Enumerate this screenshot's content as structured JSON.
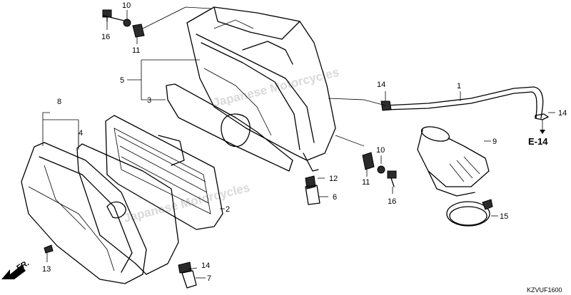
{
  "watermark": "Japanese Motorcycles",
  "diagram_code": "KZVUF1600",
  "reference": "E-14",
  "direction_label": "FR.",
  "callouts": [
    {
      "id": "c1",
      "text": "1"
    },
    {
      "id": "c2",
      "text": "2"
    },
    {
      "id": "c3",
      "text": "3"
    },
    {
      "id": "c4",
      "text": "4"
    },
    {
      "id": "c5",
      "text": "5"
    },
    {
      "id": "c6",
      "text": "6"
    },
    {
      "id": "c7",
      "text": "7"
    },
    {
      "id": "c8",
      "text": "8"
    },
    {
      "id": "c9",
      "text": "9"
    },
    {
      "id": "c10a",
      "text": "10"
    },
    {
      "id": "c10b",
      "text": "10"
    },
    {
      "id": "c11a",
      "text": "11"
    },
    {
      "id": "c11b",
      "text": "11"
    },
    {
      "id": "c12",
      "text": "12"
    },
    {
      "id": "c13",
      "text": "13"
    },
    {
      "id": "c14a",
      "text": "14"
    },
    {
      "id": "c14b",
      "text": "14"
    },
    {
      "id": "c14c",
      "text": "14"
    },
    {
      "id": "c15",
      "text": "15"
    },
    {
      "id": "c16a",
      "text": "16"
    },
    {
      "id": "c16b",
      "text": "16"
    }
  ]
}
